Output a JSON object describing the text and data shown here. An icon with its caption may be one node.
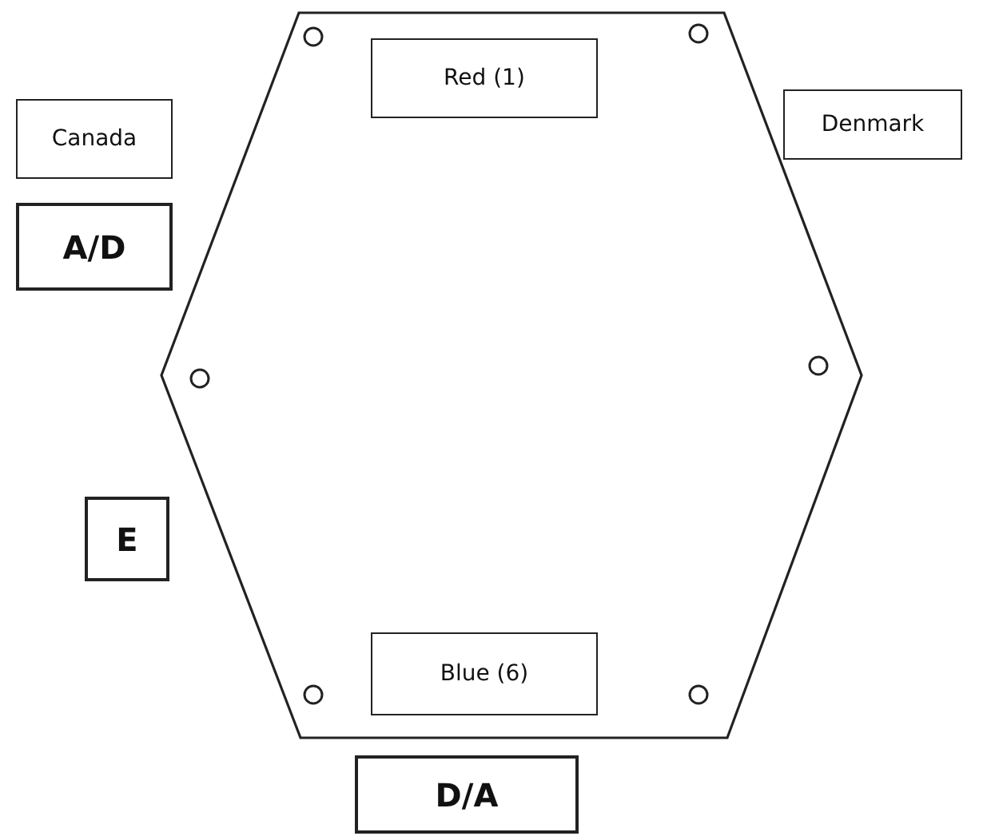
{
  "diagram": {
    "nodes": [
      {
        "text": [],
        "shape": "hexagon"
      },
      {
        "text": [
          "Red (1)"
        ],
        "in": 0
      },
      {
        "text": [
          "Canada"
        ]
      },
      {
        "text": [
          "Denmark"
        ]
      },
      {
        "text": [
          "A/D"
        ]
      },
      {
        "text": [
          "E"
        ]
      },
      {
        "text": [
          "Blue (6)"
        ],
        "in": 0
      },
      {
        "text": [
          "D/A"
        ]
      }
    ],
    "edges": []
  }
}
